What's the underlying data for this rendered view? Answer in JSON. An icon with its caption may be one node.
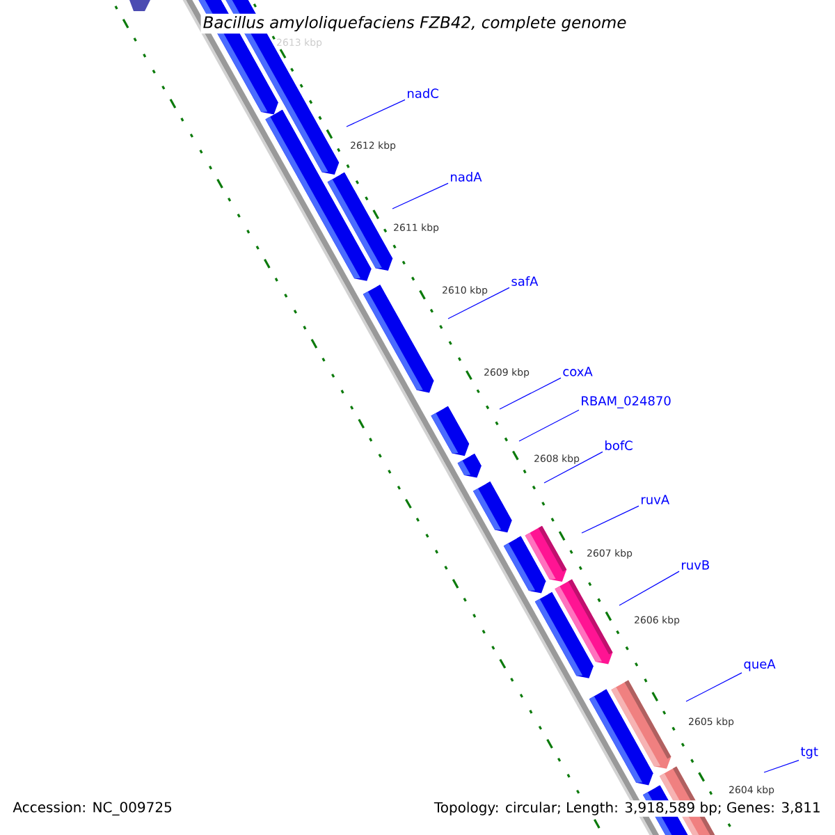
{
  "diagram": {
    "title": "Bacillus amyloliquefaciens FZB42, complete genome",
    "nodes": [
      {
        "text": [
          "nadC"
        ]
      },
      {
        "text": [
          "nadA"
        ]
      },
      {
        "text": [
          "safA"
        ]
      },
      {
        "text": [
          "coxA"
        ]
      },
      {
        "text": [
          "RBAM_024870"
        ]
      },
      {
        "text": [
          "bofC"
        ]
      },
      {
        "text": [
          "ruvA"
        ]
      },
      {
        "text": [
          "ruvB"
        ]
      },
      {
        "text": [
          "queA"
        ]
      },
      {
        "text": [
          "tgt"
        ]
      }
    ],
    "edges": [
      {
        "from": 0,
        "to": null,
        "arrow": "none"
      },
      {
        "from": 1,
        "to": null,
        "arrow": "none"
      },
      {
        "from": 2,
        "to": null,
        "arrow": "none"
      },
      {
        "from": 3,
        "to": null,
        "arrow": "none"
      },
      {
        "from": 4,
        "to": null,
        "arrow": "none"
      },
      {
        "from": 5,
        "to": null,
        "arrow": "none"
      },
      {
        "from": 6,
        "to": null,
        "arrow": "none"
      },
      {
        "from": 7,
        "to": null,
        "arrow": "none"
      },
      {
        "from": 8,
        "to": null,
        "arrow": "none"
      },
      {
        "from": 9,
        "to": null,
        "arrow": "none"
      }
    ],
    "labels": [
      "2613 kbp",
      "2612 kbp",
      "2611 kbp",
      "2610 kbp",
      "2609 kbp",
      "2608 kbp",
      "2607 kbp",
      "2606 kbp",
      "2605 kbp",
      "2604 kbp",
      "Accession: NC_009725",
      "Topology: circular; Length: 3,918,589 bp; Genes: 3,811"
    ]
  }
}
